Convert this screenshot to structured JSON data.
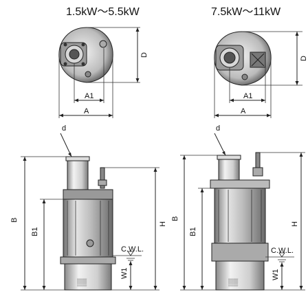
{
  "titles": {
    "left": "1.5kW〜5.5kW",
    "right": "7.5kW〜11kW"
  },
  "labels": {
    "A": "A",
    "A1": "A1",
    "D": "D",
    "d": "d",
    "B": "B",
    "B1": "B1",
    "H": "H",
    "W1": "W1",
    "CWL": "C.W.L."
  },
  "colors": {
    "line": "#222222",
    "metal_light": "#e6e6e6",
    "metal_mid": "#bdbdbd",
    "metal_dark": "#6f6f6f"
  }
}
